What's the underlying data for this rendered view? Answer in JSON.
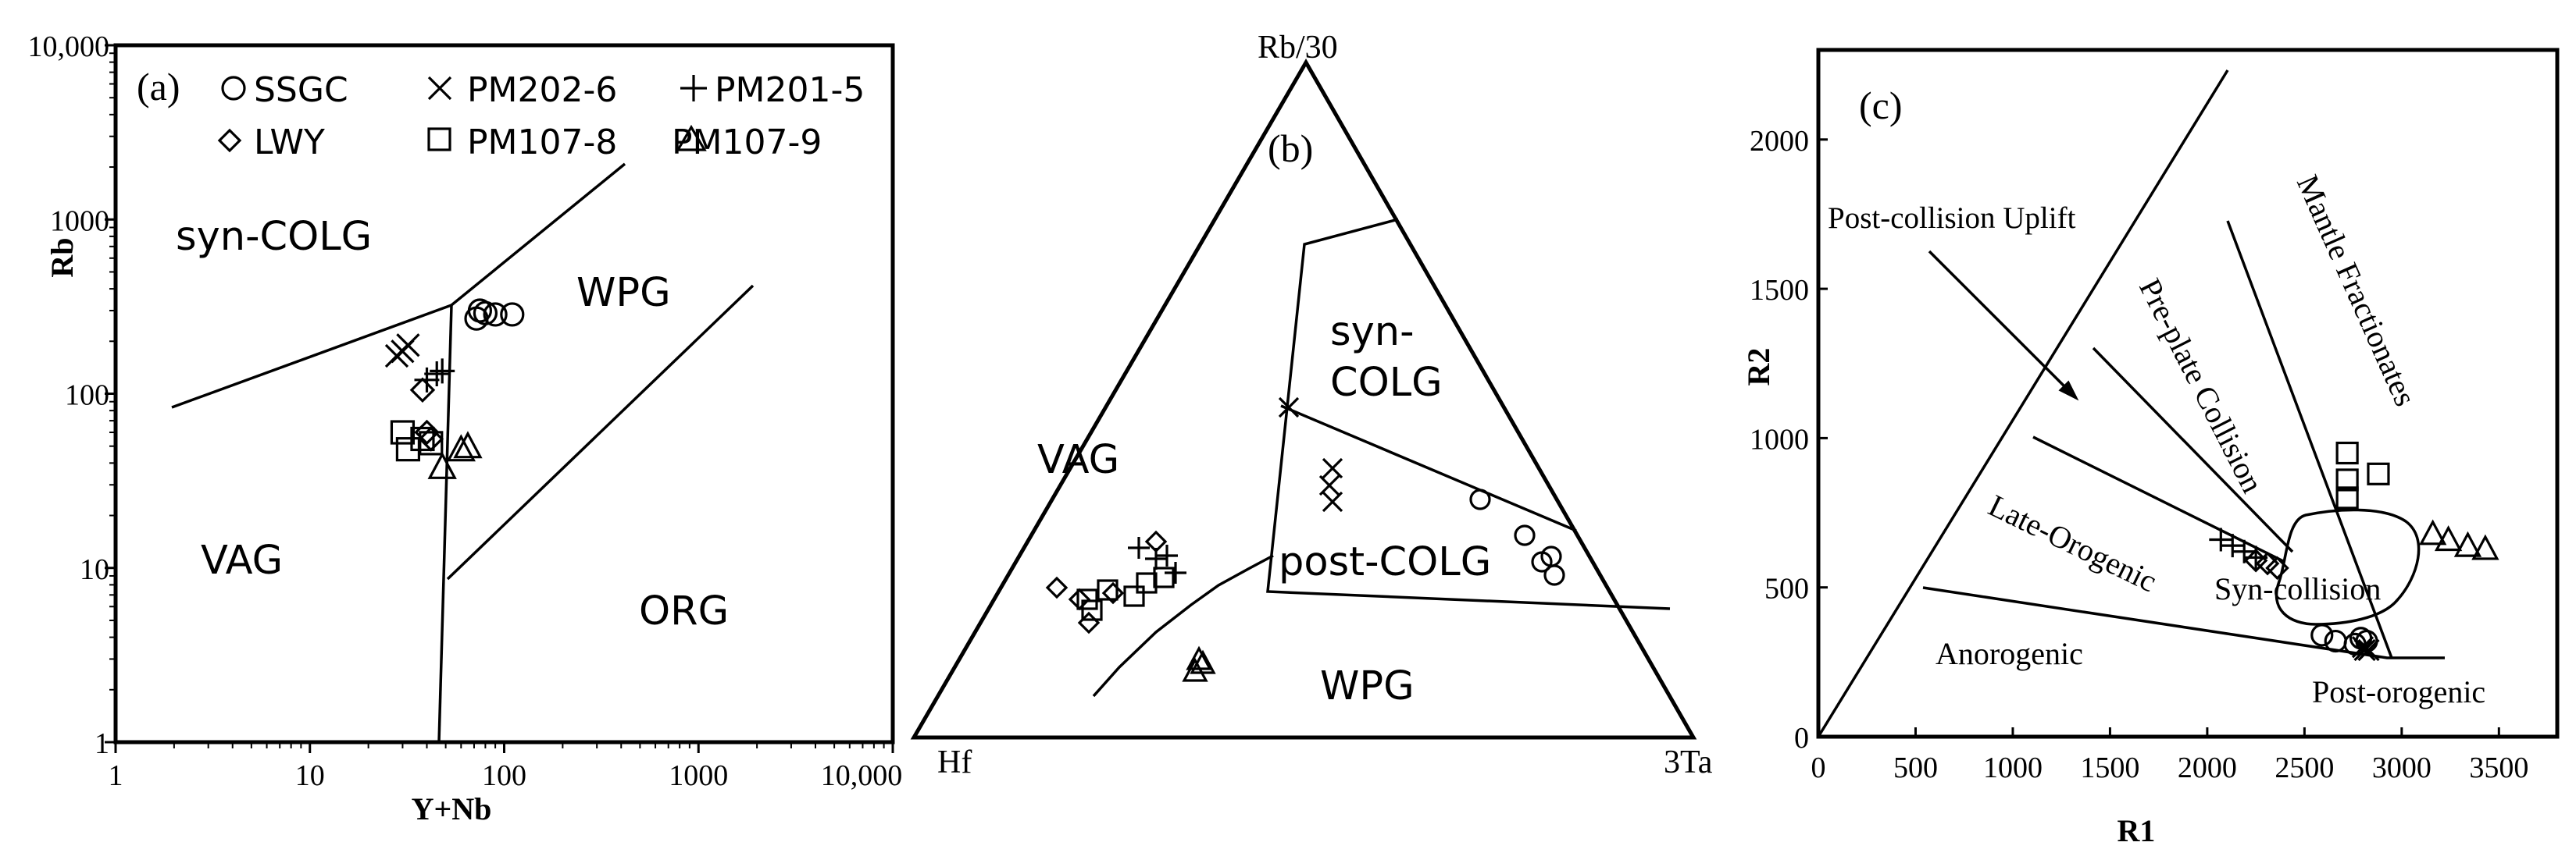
{
  "legend": {
    "items": [
      {
        "symbol": "circle",
        "label": "SSGC"
      },
      {
        "symbol": "cross",
        "label": "PM202-6"
      },
      {
        "symbol": "plus",
        "label": "PM201-5"
      },
      {
        "symbol": "diamond",
        "label": "LWY"
      },
      {
        "symbol": "square",
        "label": "PM107-8"
      },
      {
        "symbol": "triangle",
        "label": "PM107-9"
      }
    ]
  },
  "chart_data": [
    {
      "type": "scatter",
      "panel_label": "(a)",
      "xlabel": "Y+Nb",
      "ylabel": "Rb",
      "xscale": "log",
      "yscale": "log",
      "xlim": [
        1,
        10000
      ],
      "ylim": [
        1,
        10000
      ],
      "xticks": [
        "1",
        "10",
        "100",
        "1000",
        "10,000"
      ],
      "yticks": [
        "1",
        "10",
        "100",
        "1000",
        "10,000"
      ],
      "fields": [
        "syn-COLG",
        "WPG",
        "VAG",
        "ORG"
      ],
      "series": [
        {
          "name": "SSGC",
          "symbol": "circle",
          "points": [
            [
              72,
              270
            ],
            [
              80,
              290
            ],
            [
              90,
              285
            ],
            [
              110,
              285
            ],
            [
              75,
              300
            ]
          ]
        },
        {
          "name": "PM202-6",
          "symbol": "cross",
          "points": [
            [
              28,
              165
            ],
            [
              32,
              190
            ],
            [
              30,
              175
            ]
          ]
        },
        {
          "name": "PM201-5",
          "symbol": "plus",
          "points": [
            [
              40,
              120
            ],
            [
              45,
              130
            ],
            [
              48,
              135
            ]
          ]
        },
        {
          "name": "LWY",
          "symbol": "diamond",
          "points": [
            [
              38,
              105
            ],
            [
              40,
              60
            ],
            [
              42,
              55
            ]
          ]
        },
        {
          "name": "PM107-8",
          "symbol": "square",
          "points": [
            [
              30,
              60
            ],
            [
              32,
              48
            ],
            [
              38,
              55
            ],
            [
              42,
              52
            ]
          ]
        },
        {
          "name": "PM107-9",
          "symbol": "triangle",
          "points": [
            [
              48,
              38
            ],
            [
              60,
              48
            ],
            [
              65,
              50
            ]
          ]
        }
      ]
    },
    {
      "type": "scatter",
      "panel_label": "(b)",
      "ternary": true,
      "vertices": {
        "top": "Rb/30",
        "left": "Hf",
        "right": "3Ta"
      },
      "fields": [
        "syn-COLG",
        "VAG",
        "post-COLG",
        "WPG"
      ],
      "series": [
        {
          "name": "SSGC",
          "symbol": "circle",
          "points": [
            [
              1895,
              640
            ],
            [
              1952,
              686
            ],
            [
              1974,
              720
            ],
            [
              1986,
              713
            ],
            [
              1990,
              737
            ]
          ]
        },
        {
          "name": "PM202-6",
          "symbol": "cross",
          "points": [
            [
              1650,
              522
            ],
            [
              1706,
              600
            ],
            [
              1702,
              622
            ],
            [
              1706,
              643
            ]
          ]
        },
        {
          "name": "PM201-5",
          "symbol": "plus",
          "points": [
            [
              1458,
              702
            ],
            [
              1480,
              716
            ],
            [
              1494,
              712
            ],
            [
              1505,
              734
            ]
          ]
        },
        {
          "name": "LWY",
          "symbol": "diamond",
          "points": [
            [
              1480,
              694
            ],
            [
              1353,
              753
            ],
            [
              1382,
              768
            ],
            [
              1394,
              798
            ],
            [
              1425,
              760
            ]
          ]
        },
        {
          "name": "PM107-8",
          "symbol": "square",
          "points": [
            [
              1392,
              768
            ],
            [
              1398,
              782
            ],
            [
              1418,
              756
            ],
            [
              1452,
              764
            ],
            [
              1468,
              747
            ],
            [
              1490,
              740
            ]
          ]
        },
        {
          "name": "PM107-9",
          "symbol": "triangle",
          "points": [
            [
              1530,
              860
            ],
            [
              1540,
              850
            ],
            [
              1535,
              845
            ]
          ]
        }
      ]
    },
    {
      "type": "scatter",
      "panel_label": "(c)",
      "xlabel": "R1",
      "ylabel": "R2",
      "xlim": [
        0,
        3800
      ],
      "ylim": [
        0,
        2300
      ],
      "xticks": [
        "0",
        "500",
        "1000",
        "1500",
        "2000",
        "2500",
        "3000",
        "3500"
      ],
      "yticks": [
        "0",
        "500",
        "1000",
        "1500",
        "2000"
      ],
      "fields": [
        "Post-collision Uplift",
        "Pre-plate Collision",
        "Mantle Fractionates",
        "Late-Orogenic",
        "Syn-collision",
        "Anorogenic",
        "Post-orogenic"
      ],
      "series": [
        {
          "name": "SSGC",
          "symbol": "circle",
          "points": [
            [
              2590,
              340
            ],
            [
              2660,
              320
            ],
            [
              2760,
              310
            ],
            [
              2790,
              330
            ],
            [
              2820,
              320
            ]
          ]
        },
        {
          "name": "PM202-6",
          "symbol": "cross",
          "points": [
            [
              2800,
              300
            ],
            [
              2810,
              290
            ],
            [
              2830,
              290
            ]
          ]
        },
        {
          "name": "PM201-5",
          "symbol": "plus",
          "points": [
            [
              2070,
              660
            ],
            [
              2130,
              640
            ],
            [
              2190,
              620
            ],
            [
              2250,
              600
            ]
          ]
        },
        {
          "name": "LWY",
          "symbol": "diamond",
          "points": [
            [
              2250,
              590
            ],
            [
              2310,
              580
            ],
            [
              2360,
              565
            ]
          ]
        },
        {
          "name": "PM107-8",
          "symbol": "square",
          "points": [
            [
              2720,
              950
            ],
            [
              2720,
              860
            ],
            [
              2720,
              800
            ],
            [
              2880,
              880
            ]
          ]
        },
        {
          "name": "PM107-9",
          "symbol": "triangle",
          "points": [
            [
              3160,
              680
            ],
            [
              3240,
              660
            ],
            [
              3340,
              640
            ],
            [
              3430,
              630
            ]
          ]
        }
      ]
    }
  ]
}
